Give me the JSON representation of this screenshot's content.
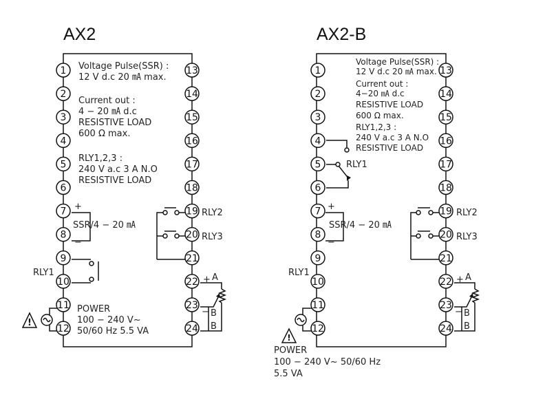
{
  "diagrams": [
    {
      "title": "AX2",
      "notes": [
        "Voltage Pulse(SSR) :",
        "12 V d.c 20 ㎃ max.",
        "Current out :",
        "4 − 20 ㎃ d.c",
        "RESISTIVE LOAD",
        "600 Ω  max.",
        "RLY1,2,3 :",
        "240 V a.c 3 A N.O",
        "RESISTIVE LOAD"
      ],
      "ssr_label": "SSR/4 − 20 ㎃",
      "plus": "+",
      "minus": "−",
      "rly1": "RLY1",
      "rly2": "RLY2",
      "rly3": "RLY3",
      "power_lines": [
        "POWER",
        "100 − 240 V~",
        "50/60 Hz 5.5 VA"
      ],
      "sensor": {
        "plus": "+",
        "a": "A",
        "minus": "−",
        "b1": "B",
        "b2": "B"
      }
    },
    {
      "title": "AX2-B",
      "notes": [
        "Voltage Pulse(SSR) :",
        "12 V d.c 20 ㎃ max.",
        "Current out :",
        "4−20 ㎃ d.c",
        "RESISTIVE LOAD",
        "600 Ω max.",
        "RLY1,2,3 :",
        "240 V a.c 3 A N.O",
        "RESISTIVE LOAD"
      ],
      "ssr_label": "SSR/4 − 20 ㎃",
      "plus": "+",
      "minus": "−",
      "rly1_inner": "RLY1",
      "rly1": "RLY1",
      "rly2": "RLY2",
      "rly3": "RLY3",
      "power_lines": [
        "POWER",
        "100 − 240 V~ 50/60 Hz",
        "5.5 VA"
      ],
      "sensor": {
        "plus": "+",
        "a": "A",
        "minus": "−",
        "b1": "B",
        "b2": "B"
      }
    }
  ],
  "terminals_left": [
    "1",
    "2",
    "3",
    "4",
    "5",
    "6",
    "7",
    "8",
    "9",
    "10",
    "11",
    "12"
  ],
  "terminals_right": [
    "13",
    "14",
    "15",
    "16",
    "17",
    "18",
    "19",
    "20",
    "21",
    "22",
    "23",
    "24"
  ]
}
